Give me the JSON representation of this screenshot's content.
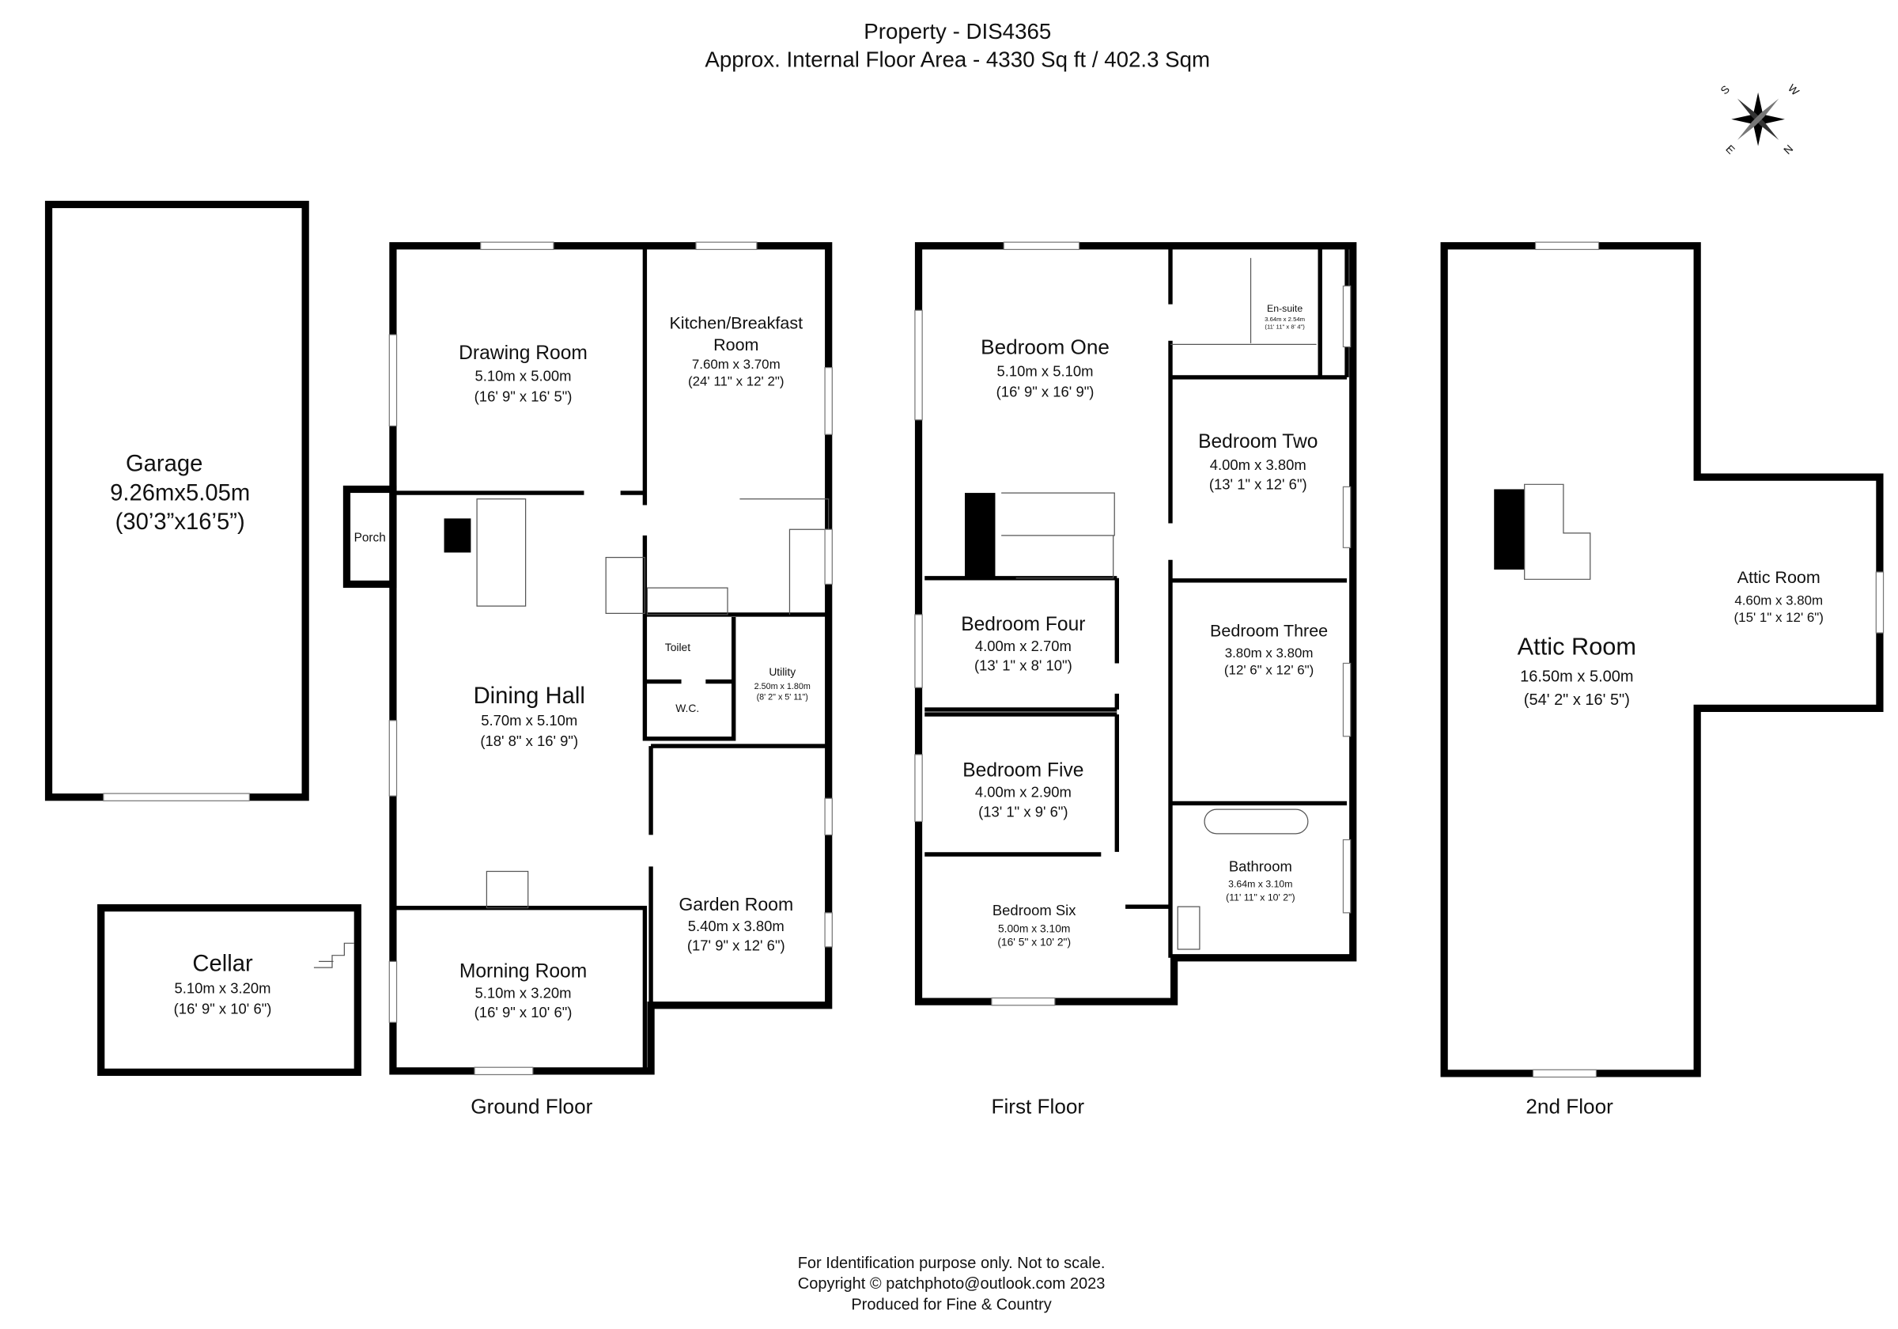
{
  "header": {
    "title": "Property - DIS4365",
    "subtitle": "Approx. Internal Floor Area  - 4330 Sq ft / 402.3 Sqm"
  },
  "compass": {
    "icon": "compass-rose-icon",
    "labels": [
      "S",
      "W",
      "N",
      "E"
    ]
  },
  "garage": {
    "name": "Garage",
    "metric": "9.26mx5.05m",
    "imperial": "(30’3”x16’5”)"
  },
  "cellar": {
    "name": "Cellar",
    "metric": "5.10m x 3.20m",
    "imperial": "(16' 9\" x 10' 6\")"
  },
  "ground_floor": {
    "label": "Ground Floor",
    "rooms": [
      {
        "name": "Drawing Room",
        "metric": "5.10m x 5.00m",
        "imperial": "(16' 9\" x 16' 5\")"
      },
      {
        "name": "Kitchen/Breakfast",
        "name2": "Room",
        "metric": "7.60m x 3.70m",
        "imperial": "(24' 11\" x 12' 2\")"
      },
      {
        "name": "Porch"
      },
      {
        "name": "Dining Hall",
        "metric": "5.70m x 5.10m",
        "imperial": "(18' 8\" x 16' 9\")"
      },
      {
        "name": "Toilet"
      },
      {
        "name": "W.C."
      },
      {
        "name": "Utility",
        "metric": "2.50m x 1.80m",
        "imperial": "(8' 2\" x 5' 11\")"
      },
      {
        "name": "Garden Room",
        "metric": "5.40m x 3.80m",
        "imperial": "(17' 9\" x 12' 6\")"
      },
      {
        "name": "Morning Room",
        "metric": "5.10m x 3.20m",
        "imperial": "(16' 9\" x 10' 6\")"
      }
    ]
  },
  "first_floor": {
    "label": "First Floor",
    "rooms": [
      {
        "name": "Bedroom One",
        "metric": "5.10m x 5.10m",
        "imperial": "(16' 9\" x 16' 9\")"
      },
      {
        "name": "En-suite",
        "metric": "3.64m x 2.54m",
        "imperial": "(11' 11\" x 8' 4\")"
      },
      {
        "name": "Bedroom Two",
        "metric": "4.00m x 3.80m",
        "imperial": "(13' 1\" x 12' 6\")"
      },
      {
        "name": "Bedroom Three",
        "metric": "3.80m x 3.80m",
        "imperial": "(12' 6\" x 12' 6\")"
      },
      {
        "name": "Bedroom Four",
        "metric": "4.00m x 2.70m",
        "imperial": "(13' 1\" x 8' 10\")"
      },
      {
        "name": "Bedroom Five",
        "metric": "4.00m x 2.90m",
        "imperial": "(13' 1\" x 9' 6\")"
      },
      {
        "name": "Bedroom Six",
        "metric": "5.00m x 3.10m",
        "imperial": "(16' 5\" x 10' 2\")"
      },
      {
        "name": "Bathroom",
        "metric": "3.64m x 3.10m",
        "imperial": "(11' 11\" x 10' 2\")"
      }
    ]
  },
  "second_floor": {
    "label": "2nd Floor",
    "rooms": [
      {
        "name": "Attic Room",
        "metric": "16.50m x 5.00m",
        "imperial": "(54' 2\" x 16' 5\")"
      },
      {
        "name": "Attic Room",
        "metric": "4.60m x 3.80m",
        "imperial": "(15' 1\" x 12' 6\")"
      }
    ]
  },
  "footer": {
    "line1": "For Identification purpose only.  Not to scale.",
    "line2": "Copyright © patchphoto@outlook.com 2023",
    "line3": "Produced for Fine & Country"
  }
}
